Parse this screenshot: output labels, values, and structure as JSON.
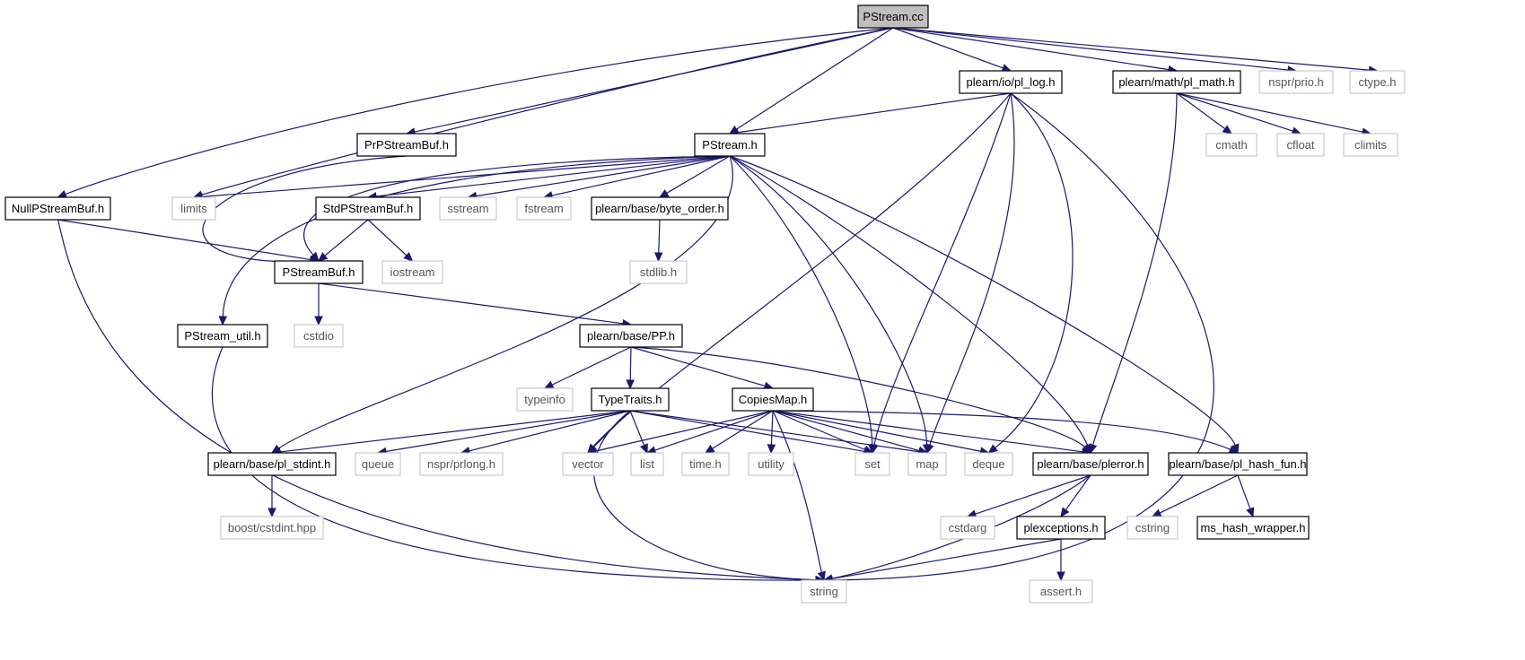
{
  "colors": {
    "edge": "#191970",
    "root_fill": "#bfbfbf",
    "project_border": "#000000",
    "system_border": "#bfbfbf"
  },
  "nodes": [
    {
      "id": "pstream_cc",
      "label": "PStream.cc",
      "kind": "root"
    },
    {
      "id": "prpstreambuf_h",
      "label": "PrPStreamBuf.h",
      "kind": "project"
    },
    {
      "id": "pl_log_h",
      "label": "plearn/io/pl_log.h",
      "kind": "project"
    },
    {
      "id": "pl_math_h",
      "label": "plearn/math/pl_math.h",
      "kind": "project"
    },
    {
      "id": "nspr_prio_h",
      "label": "nspr/prio.h",
      "kind": "system"
    },
    {
      "id": "ctype_h",
      "label": "ctype.h",
      "kind": "system"
    },
    {
      "id": "pstream_h",
      "label": "PStream.h",
      "kind": "project"
    },
    {
      "id": "cmath",
      "label": "cmath",
      "kind": "system"
    },
    {
      "id": "cfloat",
      "label": "cfloat",
      "kind": "system"
    },
    {
      "id": "climits",
      "label": "climits",
      "kind": "system"
    },
    {
      "id": "nullpstreambuf_h",
      "label": "NullPStreamBuf.h",
      "kind": "project"
    },
    {
      "id": "limits",
      "label": "limits",
      "kind": "system"
    },
    {
      "id": "stdpstreambuf_h",
      "label": "StdPStreamBuf.h",
      "kind": "project"
    },
    {
      "id": "sstream",
      "label": "sstream",
      "kind": "system"
    },
    {
      "id": "fstream",
      "label": "fstream",
      "kind": "system"
    },
    {
      "id": "byte_order_h",
      "label": "plearn/base/byte_order.h",
      "kind": "project"
    },
    {
      "id": "pstreambuf_h",
      "label": "PStreamBuf.h",
      "kind": "project"
    },
    {
      "id": "iostream",
      "label": "iostream",
      "kind": "system"
    },
    {
      "id": "stdlib_h",
      "label": "stdlib.h",
      "kind": "system"
    },
    {
      "id": "pstream_util_h",
      "label": "PStream_util.h",
      "kind": "project"
    },
    {
      "id": "cstdio",
      "label": "cstdio",
      "kind": "system"
    },
    {
      "id": "pp_h",
      "label": "plearn/base/PP.h",
      "kind": "project"
    },
    {
      "id": "typeinfo",
      "label": "typeinfo",
      "kind": "system"
    },
    {
      "id": "typetraits_h",
      "label": "TypeTraits.h",
      "kind": "project"
    },
    {
      "id": "copiesmap_h",
      "label": "CopiesMap.h",
      "kind": "project"
    },
    {
      "id": "pl_stdint_h",
      "label": "plearn/base/pl_stdint.h",
      "kind": "project"
    },
    {
      "id": "queue",
      "label": "queue",
      "kind": "system"
    },
    {
      "id": "nspr_prlong_h",
      "label": "nspr/prlong.h",
      "kind": "system"
    },
    {
      "id": "vector",
      "label": "vector",
      "kind": "system"
    },
    {
      "id": "list",
      "label": "list",
      "kind": "system"
    },
    {
      "id": "time_h",
      "label": "time.h",
      "kind": "system"
    },
    {
      "id": "utility",
      "label": "utility",
      "kind": "system"
    },
    {
      "id": "set",
      "label": "set",
      "kind": "system"
    },
    {
      "id": "map",
      "label": "map",
      "kind": "system"
    },
    {
      "id": "deque",
      "label": "deque",
      "kind": "system"
    },
    {
      "id": "plerror_h",
      "label": "plearn/base/plerror.h",
      "kind": "project"
    },
    {
      "id": "pl_hash_fun_h",
      "label": "plearn/base/pl_hash_fun.h",
      "kind": "project"
    },
    {
      "id": "boost_cstdint_hpp",
      "label": "boost/cstdint.hpp",
      "kind": "system"
    },
    {
      "id": "cstdarg",
      "label": "cstdarg",
      "kind": "system"
    },
    {
      "id": "plexceptions_h",
      "label": "plexceptions.h",
      "kind": "project"
    },
    {
      "id": "cstring",
      "label": "cstring",
      "kind": "system"
    },
    {
      "id": "ms_hash_wrapper_h",
      "label": "ms_hash_wrapper.h",
      "kind": "project"
    },
    {
      "id": "string",
      "label": "string",
      "kind": "system"
    },
    {
      "id": "assert_h",
      "label": "assert.h",
      "kind": "system"
    }
  ],
  "edges": [
    [
      "pstream_cc",
      "pstream_h"
    ],
    [
      "pstream_cc",
      "prpstreambuf_h"
    ],
    [
      "pstream_cc",
      "pl_log_h"
    ],
    [
      "pstream_cc",
      "pl_math_h"
    ],
    [
      "pstream_cc",
      "nspr_prio_h"
    ],
    [
      "pstream_cc",
      "ctype_h"
    ],
    [
      "pstream_cc",
      "nullpstreambuf_h"
    ],
    [
      "pstream_cc",
      "limits"
    ],
    [
      "prpstreambuf_h",
      "pstreambuf_h"
    ],
    [
      "pl_log_h",
      "pstream_h"
    ],
    [
      "pl_log_h",
      "vector"
    ],
    [
      "pl_log_h",
      "set"
    ],
    [
      "pl_log_h",
      "map"
    ],
    [
      "pl_log_h",
      "deque"
    ],
    [
      "pl_log_h",
      "string"
    ],
    [
      "pl_math_h",
      "cmath"
    ],
    [
      "pl_math_h",
      "cfloat"
    ],
    [
      "pl_math_h",
      "climits"
    ],
    [
      "pl_math_h",
      "plerror_h"
    ],
    [
      "pstream_h",
      "limits"
    ],
    [
      "pstream_h",
      "stdpstreambuf_h"
    ],
    [
      "pstream_h",
      "sstream"
    ],
    [
      "pstream_h",
      "fstream"
    ],
    [
      "pstream_h",
      "byte_order_h"
    ],
    [
      "pstream_h",
      "pstreambuf_h"
    ],
    [
      "pstream_h",
      "pstream_util_h"
    ],
    [
      "pstream_h",
      "pl_stdint_h"
    ],
    [
      "pstream_h",
      "set"
    ],
    [
      "pstream_h",
      "map"
    ],
    [
      "pstream_h",
      "plerror_h"
    ],
    [
      "pstream_h",
      "pl_hash_fun_h"
    ],
    [
      "nullpstreambuf_h",
      "pstreambuf_h"
    ],
    [
      "nullpstreambuf_h",
      "string"
    ],
    [
      "stdpstreambuf_h",
      "pstreambuf_h"
    ],
    [
      "stdpstreambuf_h",
      "iostream"
    ],
    [
      "byte_order_h",
      "stdlib_h"
    ],
    [
      "pstreambuf_h",
      "cstdio"
    ],
    [
      "pstreambuf_h",
      "pp_h"
    ],
    [
      "pstream_util_h",
      "string"
    ],
    [
      "pp_h",
      "typeinfo"
    ],
    [
      "pp_h",
      "typetraits_h"
    ],
    [
      "pp_h",
      "copiesmap_h"
    ],
    [
      "pp_h",
      "plerror_h"
    ],
    [
      "typetraits_h",
      "pl_stdint_h"
    ],
    [
      "typetraits_h",
      "queue"
    ],
    [
      "typetraits_h",
      "nspr_prlong_h"
    ],
    [
      "typetraits_h",
      "vector"
    ],
    [
      "typetraits_h",
      "list"
    ],
    [
      "typetraits_h",
      "set"
    ],
    [
      "typetraits_h",
      "map"
    ],
    [
      "typetraits_h",
      "string"
    ],
    [
      "copiesmap_h",
      "vector"
    ],
    [
      "copiesmap_h",
      "list"
    ],
    [
      "copiesmap_h",
      "time_h"
    ],
    [
      "copiesmap_h",
      "utility"
    ],
    [
      "copiesmap_h",
      "set"
    ],
    [
      "copiesmap_h",
      "map"
    ],
    [
      "copiesmap_h",
      "deque"
    ],
    [
      "copiesmap_h",
      "plerror_h"
    ],
    [
      "copiesmap_h",
      "pl_hash_fun_h"
    ],
    [
      "copiesmap_h",
      "string"
    ],
    [
      "pl_stdint_h",
      "boost_cstdint_hpp"
    ],
    [
      "plerror_h",
      "cstdarg"
    ],
    [
      "plerror_h",
      "plexceptions_h"
    ],
    [
      "plerror_h",
      "string"
    ],
    [
      "pl_hash_fun_h",
      "cstring"
    ],
    [
      "pl_hash_fun_h",
      "ms_hash_wrapper_h"
    ],
    [
      "plexceptions_h",
      "string"
    ],
    [
      "plexceptions_h",
      "assert_h"
    ]
  ]
}
